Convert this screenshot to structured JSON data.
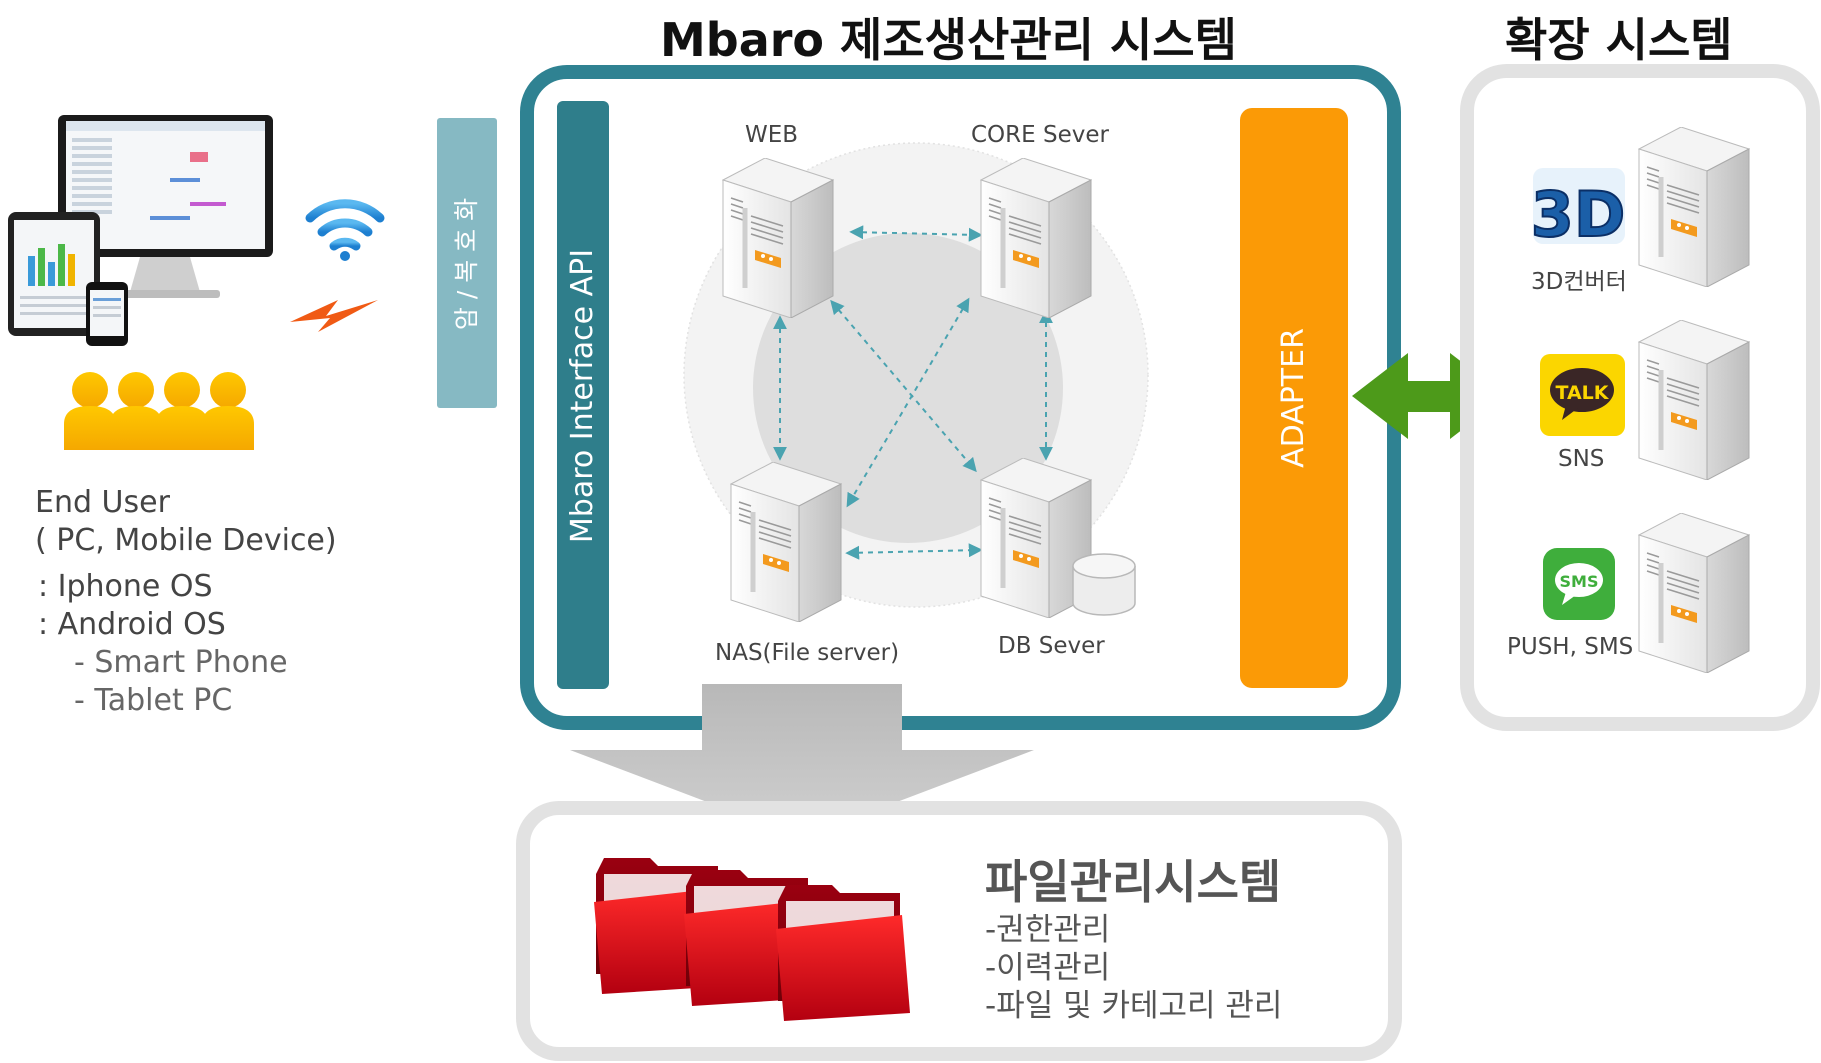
{
  "titles": {
    "main": "Mbaro 제조생산관리 시스템",
    "extension": "확장 시스템"
  },
  "end_user": {
    "title": "End User",
    "subtitle": "( PC,  Mobile Device)",
    "os": [
      ": Iphone OS",
      ": Android OS"
    ],
    "devices": [
      "- Smart Phone",
      "- Tablet PC"
    ]
  },
  "encryption_label": "암 / 복 호 화",
  "interface_api_label": "Mbaro Interface API",
  "adapter_label": "ADAPTER",
  "nodes": {
    "web": "WEB",
    "core": "CORE Sever",
    "nas": "NAS(File server)",
    "db": "DB Sever"
  },
  "extensions": [
    {
      "label": "3D컨버터",
      "icon": "3d-icon",
      "icon_text": "3D"
    },
    {
      "label": "SNS",
      "icon": "talk-icon",
      "icon_text": "TALK"
    },
    {
      "label": "PUSH, SMS",
      "icon": "sms-icon",
      "icon_text": "SMS"
    }
  ],
  "file_mgmt": {
    "title": "파일관리시스템",
    "items": [
      "-권한관리",
      "-이력관리",
      "-파일 및 카테고리 관리"
    ]
  },
  "colors": {
    "teal_frame": "#2f8292",
    "teal_bar": "#2f7e8b",
    "encrypt_bar": "#86b9c3",
    "adapter": "#fb9a06",
    "green_arrow": "#4d9a1a",
    "user_yellow": "#f7bb00",
    "folder_red": "#d8111c"
  }
}
